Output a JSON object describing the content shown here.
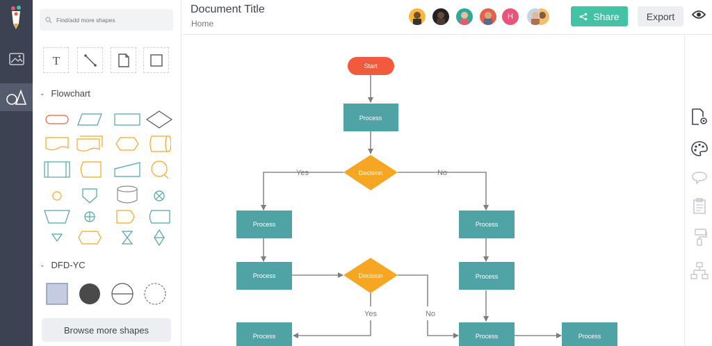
{
  "panel": {
    "search_placeholder": "Find/add more shapes",
    "sections": {
      "flowchart": "Flowchart",
      "dfd": "DFD-YC"
    },
    "browse_label": "Browse more shapes"
  },
  "header": {
    "title": "Document Title",
    "breadcrumb": "Home",
    "share_label": "Share",
    "export_label": "Export",
    "avatar_initial": "H"
  },
  "diagram": {
    "start": "Start",
    "process": "Process",
    "decision": "Decision",
    "yes": "Yes",
    "no": "No"
  },
  "colors": {
    "rail": "#3b4252",
    "teal_node": "#4fa3a5",
    "decision": "#f6a623",
    "start": "#f15a3b",
    "share": "#44c2a5"
  }
}
